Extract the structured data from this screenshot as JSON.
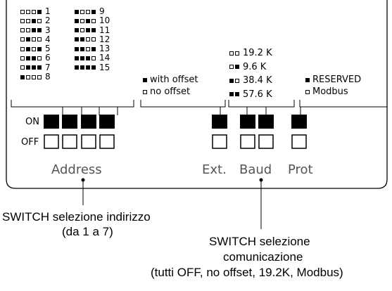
{
  "address_codes": [
    {
      "num": "1",
      "bits": [
        0,
        0,
        0,
        1
      ]
    },
    {
      "num": "2",
      "bits": [
        0,
        0,
        1,
        0
      ]
    },
    {
      "num": "3",
      "bits": [
        0,
        0,
        1,
        1
      ]
    },
    {
      "num": "4",
      "bits": [
        0,
        1,
        0,
        0
      ]
    },
    {
      "num": "5",
      "bits": [
        0,
        1,
        0,
        1
      ]
    },
    {
      "num": "6",
      "bits": [
        0,
        1,
        1,
        0
      ]
    },
    {
      "num": "7",
      "bits": [
        0,
        1,
        1,
        1
      ]
    },
    {
      "num": "8",
      "bits": [
        1,
        0,
        0,
        0
      ]
    },
    {
      "num": "9",
      "bits": [
        1,
        0,
        0,
        1
      ]
    },
    {
      "num": "10",
      "bits": [
        1,
        0,
        1,
        0
      ]
    },
    {
      "num": "11",
      "bits": [
        1,
        0,
        1,
        1
      ]
    },
    {
      "num": "12",
      "bits": [
        1,
        1,
        0,
        0
      ]
    },
    {
      "num": "13",
      "bits": [
        1,
        1,
        0,
        1
      ]
    },
    {
      "num": "14",
      "bits": [
        1,
        1,
        1,
        0
      ]
    },
    {
      "num": "15",
      "bits": [
        1,
        1,
        1,
        1
      ]
    }
  ],
  "ext_legend": [
    {
      "bit": 1,
      "label": "with offset"
    },
    {
      "bit": 0,
      "label": "no offset"
    }
  ],
  "baud_legend": [
    {
      "bits": [
        0,
        0
      ],
      "label": "19.2 K"
    },
    {
      "bits": [
        0,
        1
      ],
      "label": "9.6 K"
    },
    {
      "bits": [
        1,
        0
      ],
      "label": "38.4 K"
    },
    {
      "bits": [
        1,
        1
      ],
      "label": "57.6 K"
    }
  ],
  "prot_legend": [
    {
      "bit": 1,
      "label": "RESERVED"
    },
    {
      "bit": 0,
      "label": "Modbus"
    }
  ],
  "switch": {
    "on_label": "ON",
    "off_label": "OFF"
  },
  "group_labels": {
    "address": "Address",
    "ext": "Ext.",
    "baud": "Baud",
    "prot": "Prot"
  },
  "callouts": {
    "address_line1": "SWITCH selezione indirizzo",
    "address_line2": "(da 1 a 7)",
    "comm_line1": "SWITCH selezione",
    "comm_line2": "comunicazione",
    "comm_line3": "(tutti OFF, no offset, 19.2K, Modbus)"
  }
}
